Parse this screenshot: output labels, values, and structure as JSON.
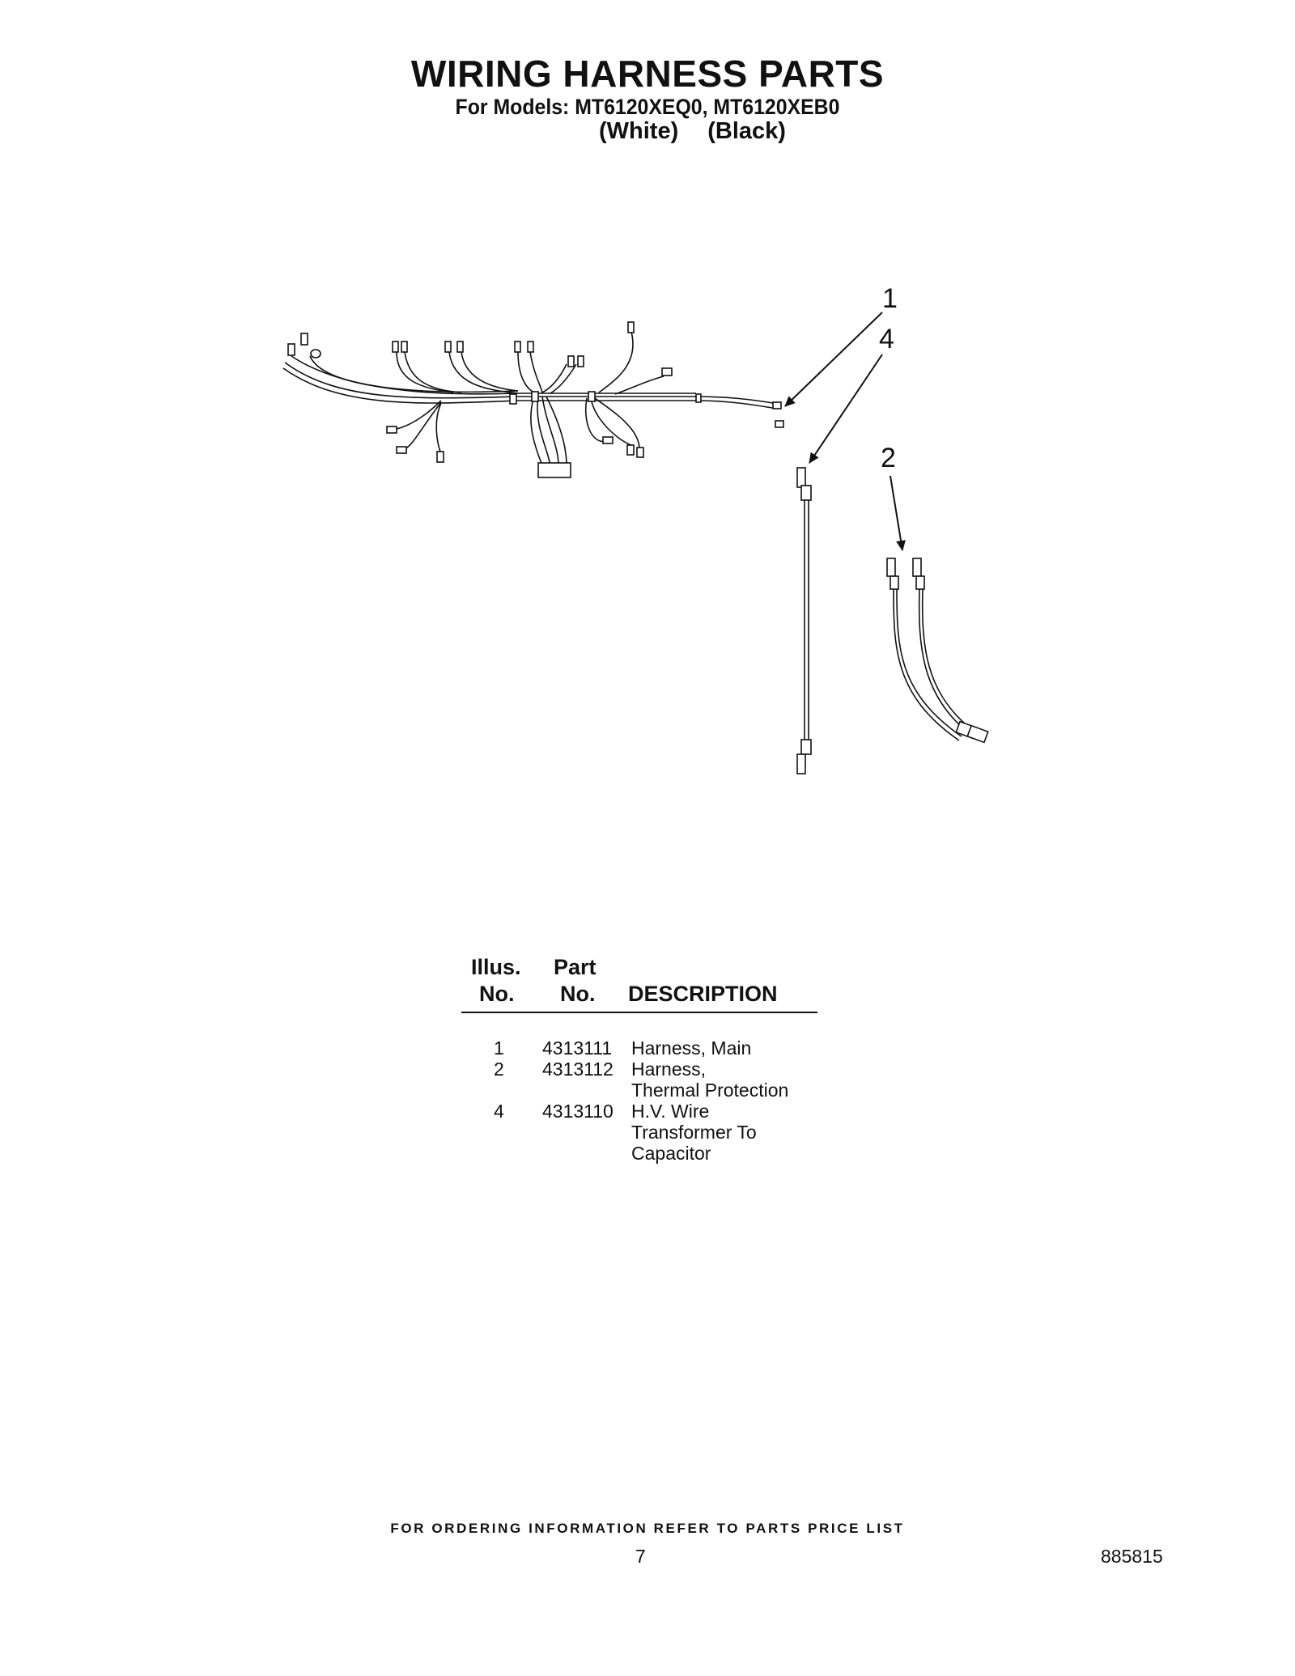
{
  "header": {
    "title": "WIRING HARNESS PARTS",
    "models_line": "For Models: MT6120XEQ0, MT6120XEB0",
    "color_white": "(White)",
    "color_black": "(Black)"
  },
  "diagram": {
    "callouts": [
      "1",
      "4",
      "2"
    ]
  },
  "parts_table": {
    "headers": {
      "illus_line1": "Illus.",
      "illus_line2": "No.",
      "part_line1": "Part",
      "part_line2": "No.",
      "description": "DESCRIPTION"
    },
    "rows": [
      {
        "illus_no": "1",
        "part_no": "4313111",
        "description": [
          "Harness, Main"
        ]
      },
      {
        "illus_no": "2",
        "part_no": "4313112",
        "description": [
          "Harness,",
          "Thermal Protection"
        ]
      },
      {
        "illus_no": "4",
        "part_no": "4313110",
        "description": [
          "H.V. Wire",
          "Transformer To",
          "Capacitor"
        ]
      }
    ]
  },
  "footer": {
    "note": "FOR ORDERING INFORMATION REFER TO PARTS PRICE LIST",
    "page_number": "7",
    "document_number": "885815"
  }
}
